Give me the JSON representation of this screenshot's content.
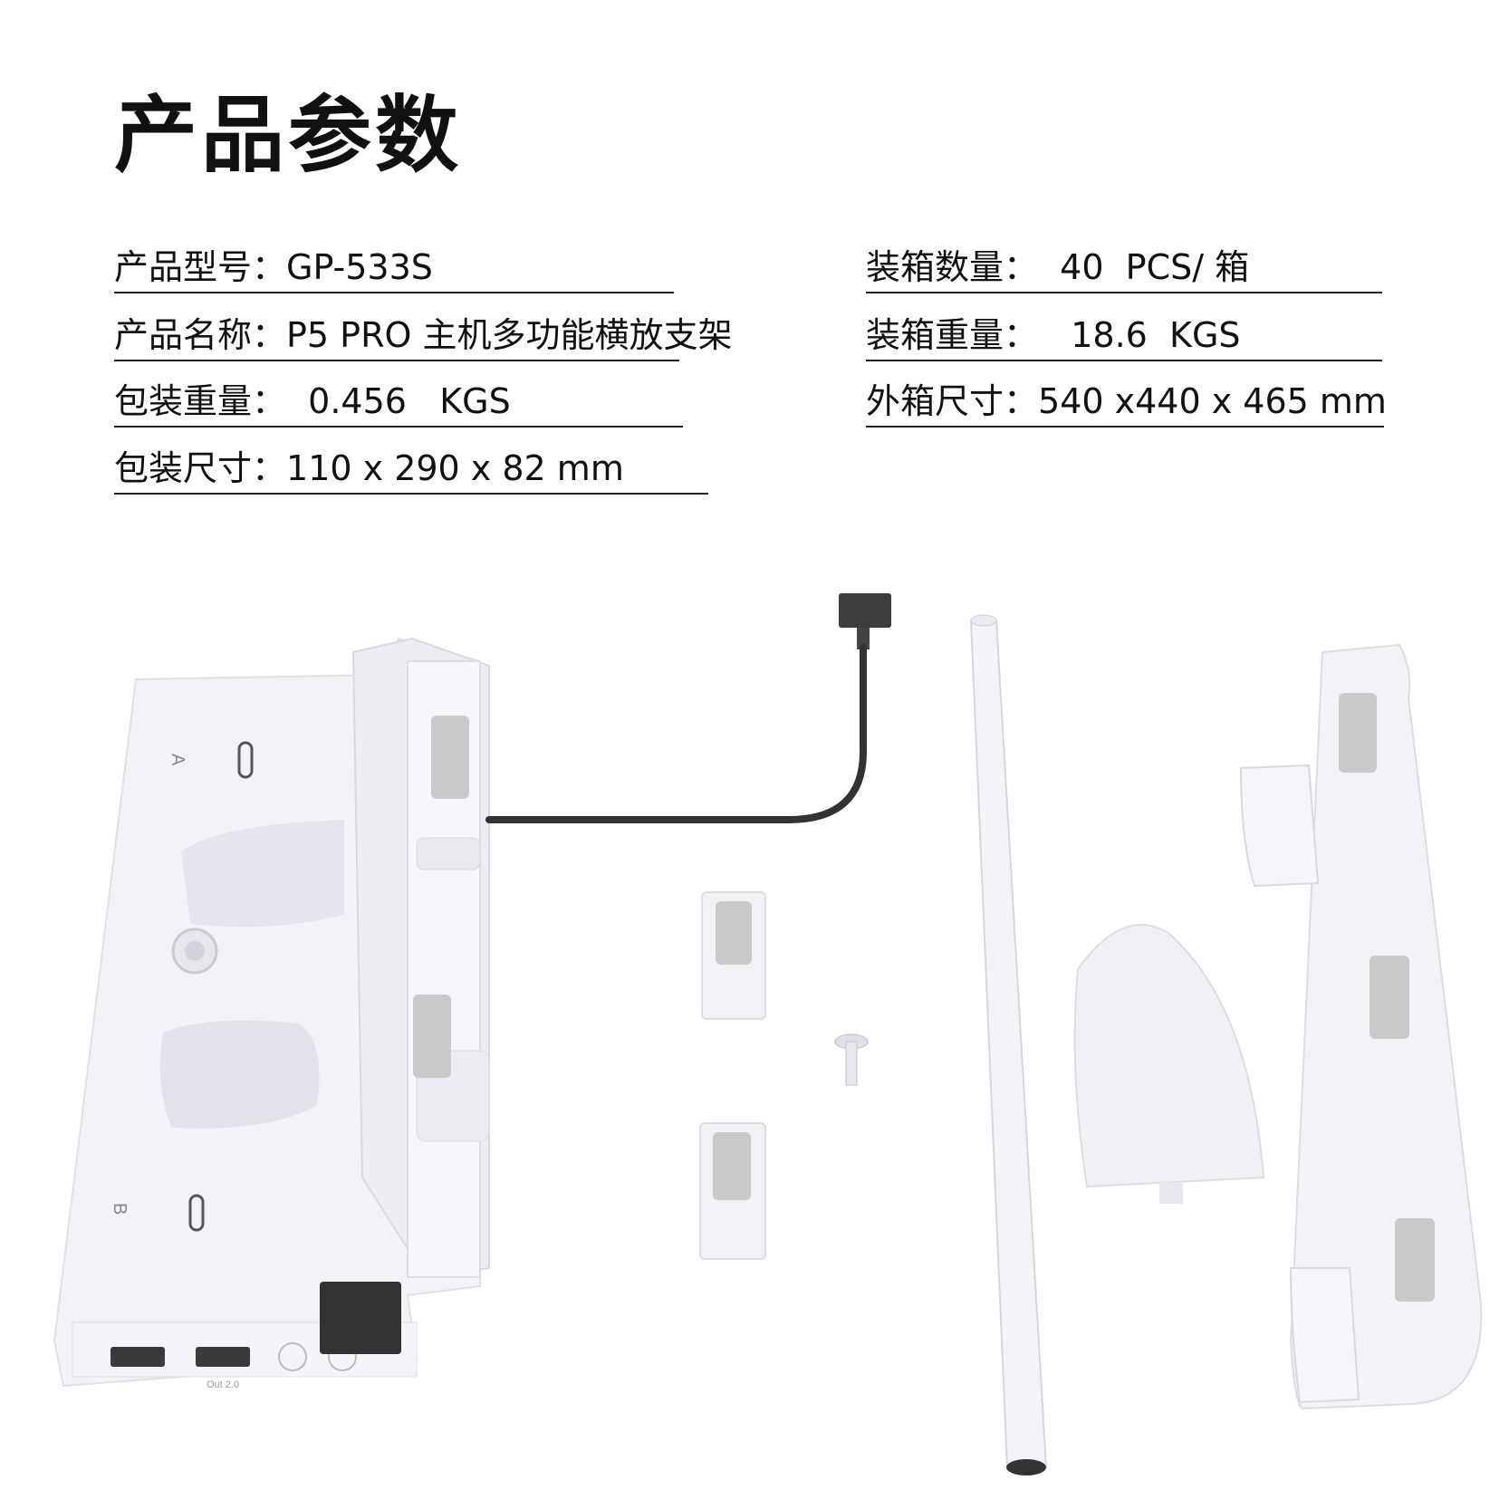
{
  "title": "产品参数",
  "specs_left": [
    {
      "label": "产品型号：",
      "value": "GP-533S"
    },
    {
      "label": "产品名称：",
      "value": "P5 PRO 主机多功能横放支架"
    },
    {
      "label": "包装重量：",
      "value": "  0.456   KGS"
    },
    {
      "label": "包装尺寸：",
      "value": "110 x 290 x 82 mm"
    }
  ],
  "specs_right": [
    {
      "label": "装箱数量：",
      "value": "  40  PCS/ 箱"
    },
    {
      "label": "装箱重量：",
      "value": "   18.6  KGS"
    },
    {
      "label": "外箱尺寸：",
      "value": "540 x440 x 465 mm"
    }
  ],
  "stand_labels": {
    "port_a": "A",
    "port_b": "B",
    "usb_out": "Out 2.0"
  },
  "colors": {
    "product_white": "#f1f1f6",
    "shade": "#dcdce4",
    "dark": "#3a3a3a",
    "pad": "#c9c9c9"
  }
}
